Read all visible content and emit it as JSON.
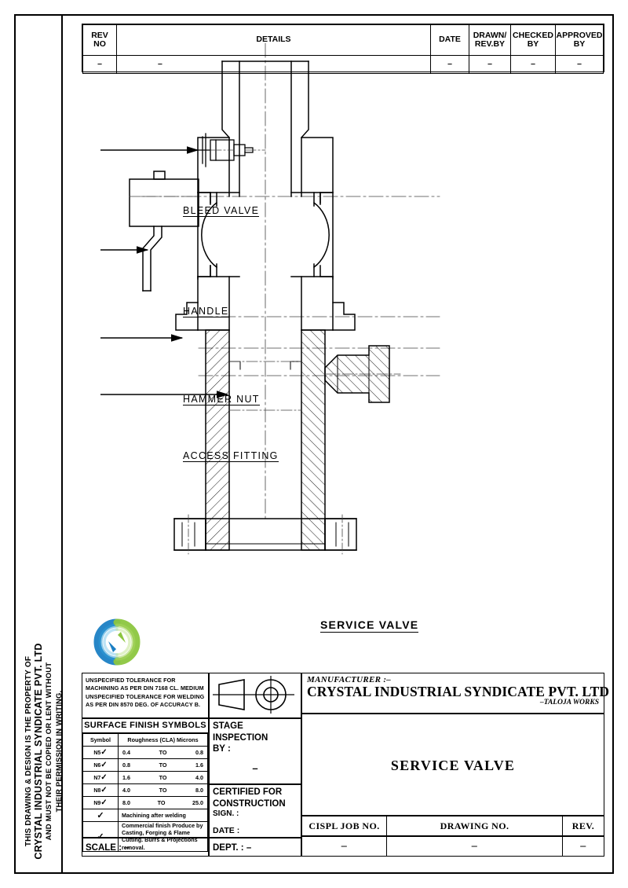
{
  "frame": {
    "property_notice": {
      "line1": "THIS DRAWING & DESIGN IS THE PROPERTY OF",
      "line2": "CRYSTAL INDUSTRIAL SYNDICATE PVT. LTD",
      "line3": "AND MUST NOT BE COPIED OR LENT WITHOUT",
      "line4": "THEIR PERMISSION IN WRITING."
    }
  },
  "revision_table": {
    "headers": [
      "REV\nNO",
      "DETAILS",
      "DATE",
      "DRAWN/\nREV.BY",
      "CHECKED\nBY",
      "APPROVED\nBY"
    ],
    "header_rev_no_l1": "REV",
    "header_rev_no_l2": "NO",
    "header_details": "DETAILS",
    "header_date": "DATE",
    "header_drawn_l1": "DRAWN/",
    "header_drawn_l2": "REV.BY",
    "header_checked_l1": "CHECKED",
    "header_checked_l2": "BY",
    "header_approved_l1": "APPROVED",
    "header_approved_l2": "BY",
    "rows": [
      {
        "rev_no": "–",
        "details": "–",
        "date": "–",
        "drawn_by": "–",
        "checked_by": "–",
        "approved_by": "–"
      }
    ]
  },
  "drawing": {
    "caption": "SERVICE  VALVE",
    "callouts": [
      {
        "label": "BLEED  VALVE"
      },
      {
        "label": "HANDLE"
      },
      {
        "label": "HAMMER  NUT"
      },
      {
        "label": "ACCESS  FITTING"
      }
    ]
  },
  "tolerance_block": {
    "line1": "UNSPECIFIED  TOLERANCE  FOR",
    "line2": "MACHINING AS PER DIN 7168 CL. MEDIUM",
    "line3": "UNSPECIFIED  TOLERANCE  FOR  WELDING",
    "line4": "AS PER DIN 8570 DEG. OF ACCURACY B."
  },
  "projection_block": {
    "symbol_name": "first-angle-projection-symbol"
  },
  "surface_finish": {
    "title": "SURFACE  FINISH  SYMBOLS",
    "col_symbol": "Symbol",
    "col_roughness": "Roughness  (CLA)  Microns",
    "rows": [
      {
        "symbol": "✓",
        "grade": "N5",
        "from": "0.4",
        "to_word": "TO",
        "to": "0.8"
      },
      {
        "symbol": "✓",
        "grade": "N6",
        "from": "0.8",
        "to_word": "TO",
        "to": "1.6"
      },
      {
        "symbol": "✓",
        "grade": "N7",
        "from": "1.6",
        "to_word": "TO",
        "to": "4.0"
      },
      {
        "symbol": "✓",
        "grade": "N8",
        "from": "4.0",
        "to_word": "TO",
        "to": "8.0"
      },
      {
        "symbol": "✓",
        "grade": "N9",
        "from": "8.0",
        "to_word": "TO",
        "to": "25.0"
      }
    ],
    "note_machining": "Machining  after  welding",
    "note_commercial": "Commercial finish Produce by Casting, Forging & Flame Cutting. Burrs & Projections removal."
  },
  "stage_inspection": {
    "line1": "STAGE",
    "line2": "INSPECTION",
    "line3": "BY  :",
    "value": "–"
  },
  "certified": {
    "line1": "CERTIFIED  FOR",
    "line2": "CONSTRUCTION",
    "sign_label": "SIGN.  :",
    "date_label": "DATE  :"
  },
  "scale": {
    "label": "SCALE  :",
    "value": "–"
  },
  "dept": {
    "label": "DEPT.  :",
    "value": "–"
  },
  "title_block": {
    "manufacturer_label": "MANUFACTURER  :–",
    "manufacturer_name": "CRYSTAL  INDUSTRIAL  SYNDICATE  PVT.  LTD",
    "works": "–TALOJA  WORKS",
    "drawing_title": "SERVICE  VALVE",
    "job_no_label": "CISPL  JOB  NO.",
    "drawing_no_label": "DRAWING  NO.",
    "rev_label": "REV.",
    "job_no_value": "–",
    "drawing_no_value": "–",
    "rev_value": "–"
  },
  "logo": {
    "name": "crystal-industrial-logo",
    "color_blue": "#1b7fc4",
    "color_green": "#8cc63f"
  }
}
